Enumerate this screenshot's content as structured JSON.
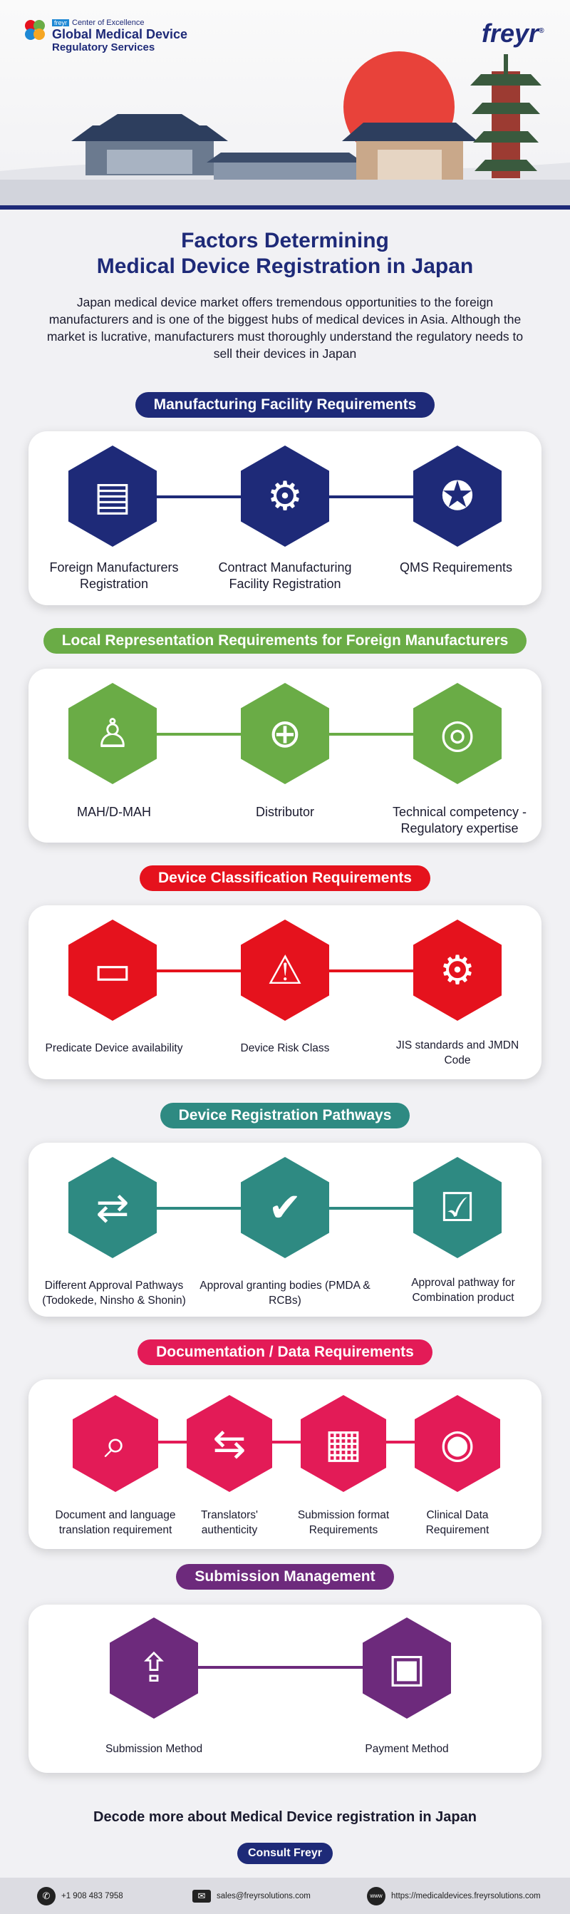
{
  "header": {
    "brand_tag": "Center of Excellence",
    "brand_badge": "freyr",
    "brand_title": "Global Medical Device",
    "brand_subtitle": "Regulatory Services",
    "logo_text": "freyr",
    "logo_mark": "®"
  },
  "title": {
    "line1": "Factors Determining",
    "line2": "Medical Device Registration in Japan"
  },
  "intro": "Japan medical device market offers tremendous opportunities to the foreign manufacturers and is one of the biggest hubs of medical devices in Asia. Although the market is lucrative, manufacturers must thoroughly understand the regulatory needs to sell their devices in Japan",
  "sections": [
    {
      "heading": "Manufacturing Facility Requirements",
      "color": "#1e2a78",
      "items": [
        {
          "label": "Foreign Manufacturers Registration",
          "icon": "document-profile-icon"
        },
        {
          "label": "Contract Manufacturing Facility Registration",
          "icon": "checklist-gear-icon"
        },
        {
          "label": "QMS Requirements",
          "icon": "quality-gears-icon"
        }
      ]
    },
    {
      "heading": "Local Representation Requirements for Foreign Manufacturers",
      "color": "#6aac46",
      "items": [
        {
          "label": "MAH/D-MAH",
          "icon": "person-icon"
        },
        {
          "label": "Distributor",
          "icon": "network-box-icon"
        },
        {
          "label": "Technical competency - Regulatory expertise",
          "icon": "expertise-venn-icon"
        }
      ]
    },
    {
      "heading": "Device Classification Requirements",
      "color": "#e5121d",
      "items": [
        {
          "label": "Predicate Device availability",
          "icon": "monitor-icon"
        },
        {
          "label": "Device Risk Class",
          "icon": "risk-gauge-icon"
        },
        {
          "label": "JIS standards and JMDN Code",
          "icon": "circuit-gear-icon"
        }
      ]
    },
    {
      "heading": "Device Registration Pathways",
      "color": "#2e8a82",
      "items": [
        {
          "label": "Different Approval Pathways (Todokede, Ninsho & Shonin)",
          "icon": "pathways-icon"
        },
        {
          "label": "Approval granting bodies (PMDA & RCBs)",
          "icon": "stamp-icon"
        },
        {
          "label": "Approval pathway for Combination product",
          "icon": "clipboard-thumb-icon"
        }
      ]
    },
    {
      "heading": "Documentation / Data Requirements",
      "color": "#e31b57",
      "items": [
        {
          "label": "Document and language translation requirement",
          "icon": "document-search-icon"
        },
        {
          "label": "Translators' authenticity",
          "icon": "translate-icon"
        },
        {
          "label": "Submission format Requirements",
          "icon": "laptop-form-icon"
        },
        {
          "label": "Clinical Data Requirement",
          "icon": "clinical-folder-icon"
        }
      ]
    },
    {
      "heading": "Submission Management",
      "color": "#6d2a7c",
      "items": [
        {
          "label": "Submission Method",
          "icon": "upload-monitor-icon"
        },
        {
          "label": "Payment Method",
          "icon": "wallet-icon"
        }
      ]
    }
  ],
  "cta": {
    "decode": "Decode more about Medical Device registration in Japan",
    "button": "Consult Freyr"
  },
  "footer": {
    "phone": "+1 908 483 7958",
    "email": "sales@freyrsolutions.com",
    "website": "https://medicaldevices.freyrsolutions.com",
    "web_badge": "www"
  }
}
